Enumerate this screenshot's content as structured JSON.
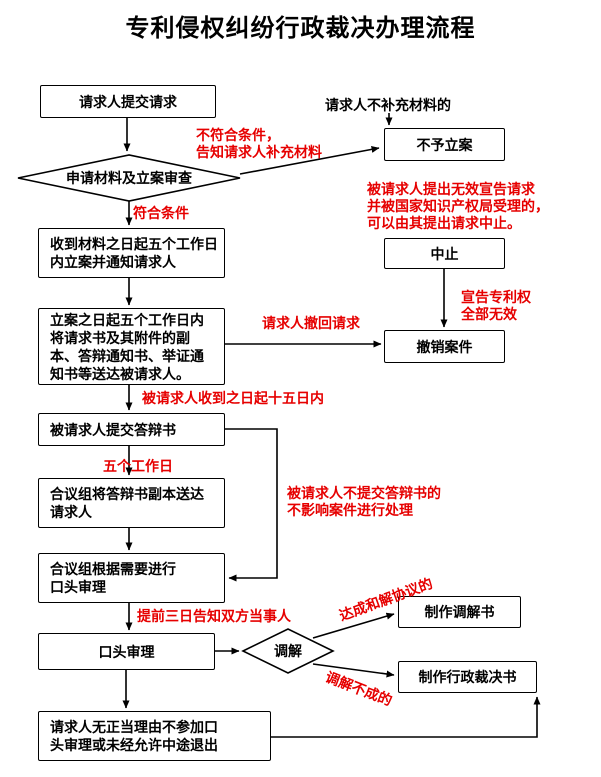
{
  "title": "专利侵权纠纷行政裁决办理流程",
  "colors": {
    "annotation_red": "#e60000",
    "node_border": "#000000",
    "node_fill": "#ffffff"
  },
  "nodes": {
    "submit": "请求人提交请求",
    "review": "申请材料及立案审查",
    "no_case": "不予立案",
    "file_notify": "收到材料之日起五个工作日\n内立案并通知请求人",
    "suspend": "中止",
    "serve_docs": "立案之日起五个工作日内\n将请求书及其附件的副\n本、答辩通知书、举证通\n知书等送达被请求人。",
    "revoke": "撤销案件",
    "defense": "被请求人提交答辩书",
    "serve_defense": "合议组将答辩书副本送达\n请求人",
    "oral_prep": "合议组根据需要进行\n口头审理",
    "oral_hearing": "口头审理",
    "mediate": "调解",
    "mediation_doc": "制作调解书",
    "ruling_doc": "制作行政裁决书",
    "no_show": "请求人无正当理由不参加口\n头审理或未经允许中途退出"
  },
  "labels": {
    "not_meet": "不符合条件，\n告知请求人补充材料",
    "no_supplement": "请求人不补充材料的",
    "meet": "符合条件",
    "invalid_request": "被请求人提出无效宣告请求\n并被国家知识产权局受理的，\n可以由其提出请求中止。",
    "all_invalid": "宣告专利权\n全部无效",
    "withdraw": "请求人撤回请求",
    "within_15": "被请求人收到之日起十五日内",
    "five_days": "五个工作日",
    "no_defense": "被请求人不提交答辩书的\n不影响案件进行处理",
    "notify_3days": "提前三日告知双方当事人",
    "settle": "达成和解协议的",
    "fail": "调解不成的"
  }
}
